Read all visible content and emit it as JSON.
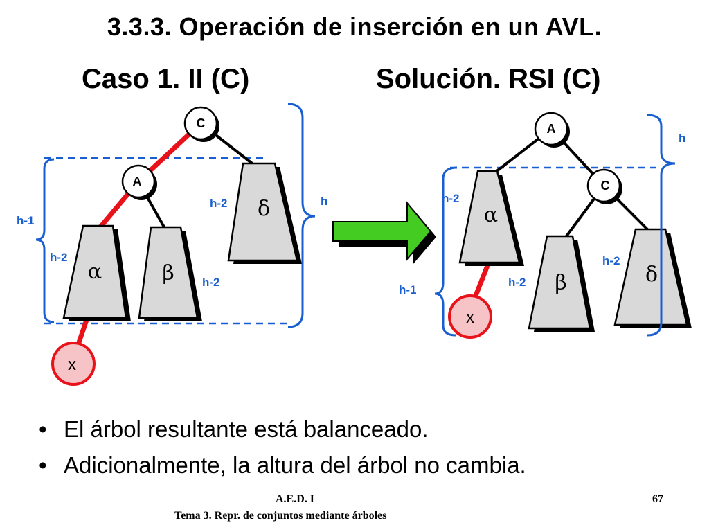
{
  "header": {
    "title": "3.3.3. Operación de inserción en un AVL.",
    "left_caption": "Caso 1. II (C)",
    "right_caption": "Solución. RSI (C)"
  },
  "left_tree": {
    "nodes": {
      "root": "C",
      "child": "A",
      "inserted": "x"
    },
    "subtrees": {
      "alpha": "α",
      "beta": "β",
      "delta": "δ"
    },
    "heights": {
      "outer": "h-1",
      "alpha": "h-2",
      "beta": "h-2",
      "delta": "h-2",
      "total": "h"
    }
  },
  "right_tree": {
    "nodes": {
      "root": "A",
      "child": "C",
      "inserted": "x"
    },
    "subtrees": {
      "alpha": "α",
      "beta": "β",
      "delta": "δ"
    },
    "heights": {
      "alpha": "h-2",
      "outer": "h-1",
      "beta": "h-2",
      "delta": "h-2",
      "total": "h"
    }
  },
  "bullets": [
    "El árbol resultante está balanceado.",
    "Adicionalmente, la altura del árbol no cambia."
  ],
  "footer": {
    "course": "A.E.D. I",
    "topic": "Tema 3. Repr. de conjuntos mediante árboles",
    "page": "67"
  },
  "colors": {
    "bracket": "#1a5fd1",
    "inserted_path": "#e8121b",
    "arrow": "#44cc22",
    "subtree_fill": "#d9d9d9",
    "inserted_node_fill": "#f6c3c6"
  }
}
